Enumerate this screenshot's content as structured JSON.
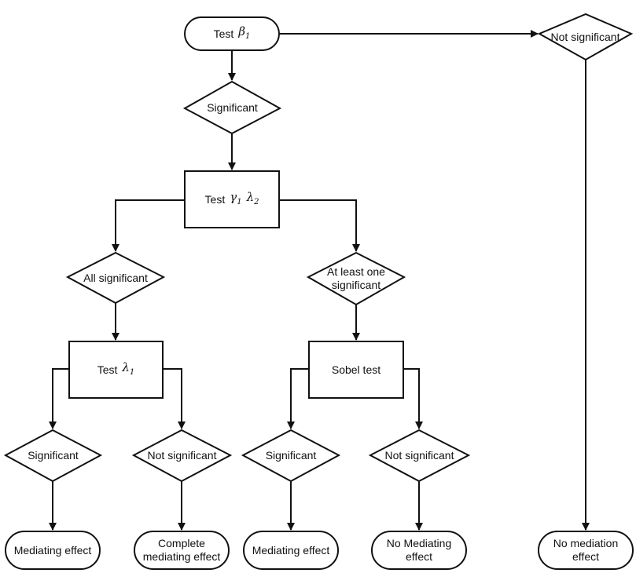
{
  "nodes": {
    "start": {
      "text": "Test",
      "symbol": "β",
      "sub": "1"
    },
    "d_not_sig_top": {
      "text": "Not significant"
    },
    "d_significant": {
      "text": "Significant"
    },
    "test_gamma": {
      "text": "Test",
      "sym1": "γ",
      "sub1": "1",
      "sym2": "λ",
      "sub2": "2"
    },
    "d_all_sig": {
      "text": "All significant"
    },
    "d_at_least_one": {
      "line1": "At least one",
      "line2": "significant"
    },
    "test_lambda": {
      "text": "Test",
      "symbol": "λ",
      "sub": "1"
    },
    "sobel": {
      "text": "Sobel test"
    },
    "d_sig_a": {
      "text": "Significant"
    },
    "d_not_sig_a": {
      "text": "Not significant"
    },
    "d_sig_b": {
      "text": "Significant"
    },
    "d_not_sig_b": {
      "text": "Not significant"
    },
    "out_mediating_a": {
      "text": "Mediating effect"
    },
    "out_complete": {
      "line1": "Complete",
      "line2": "mediating effect"
    },
    "out_mediating_b": {
      "text": "Mediating effect"
    },
    "out_no_mediating": {
      "line1": "No Mediating",
      "line2": "effect"
    },
    "out_no_mediation": {
      "line1": "No mediation",
      "line2": "effect"
    }
  }
}
